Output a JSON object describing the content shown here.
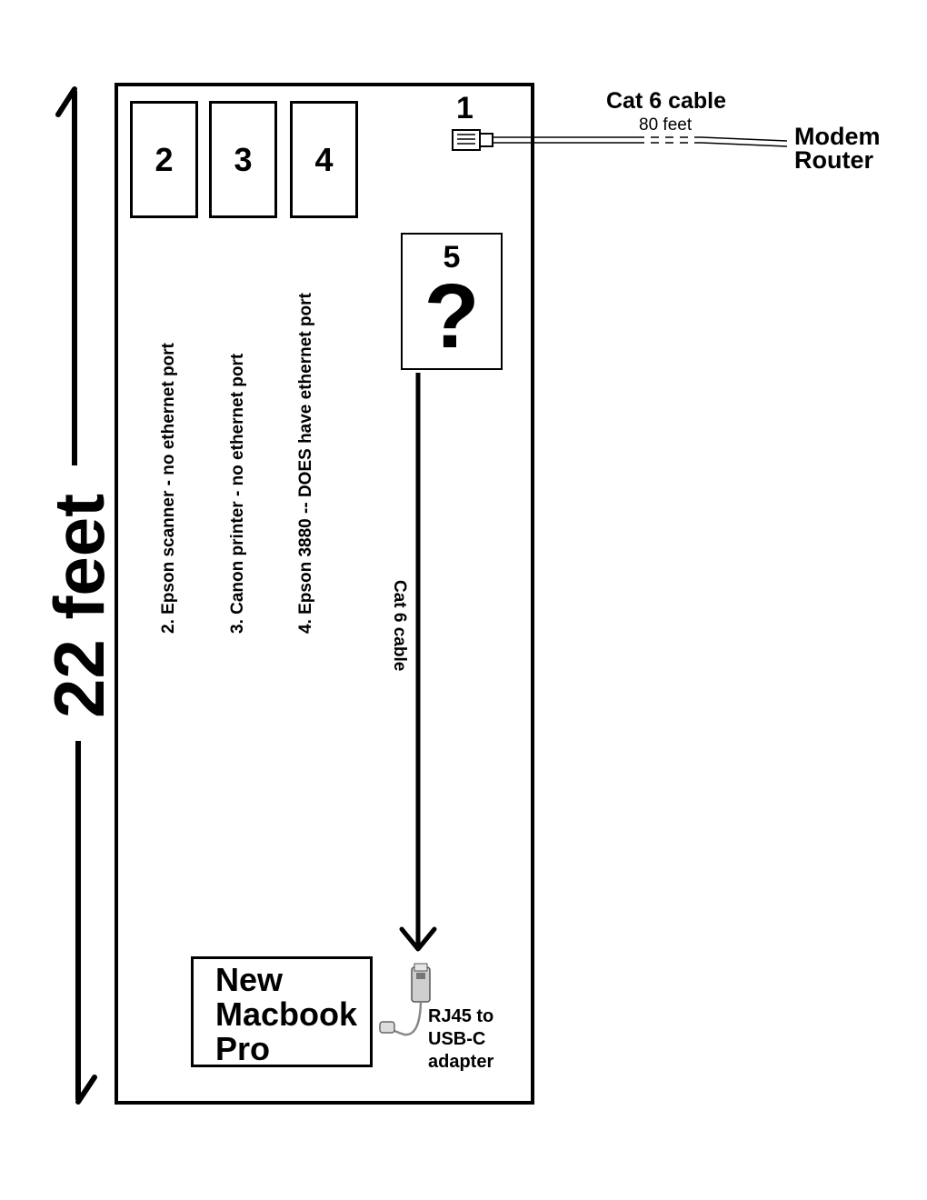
{
  "dimension": {
    "label": "22 feet"
  },
  "devices": [
    {
      "number": "2",
      "caption": "2. Epson scanner - no ethernet port"
    },
    {
      "number": "3",
      "caption": "3. Canon printer - no ethernet port"
    },
    {
      "number": "4",
      "caption": "4. Epson 3880 -- DOES have ethernet port"
    }
  ],
  "jack": {
    "number": "1"
  },
  "mystery": {
    "number": "5",
    "mark": "?"
  },
  "incoming_cable": {
    "label": "Cat 6 cable",
    "length": "80 feet"
  },
  "source": {
    "line1": "Modem",
    "line2": "Router"
  },
  "inner_cable": {
    "label": "Cat 6 cable"
  },
  "laptop": {
    "line1": "New",
    "line2": "Macbook",
    "line3": "Pro"
  },
  "adapter": {
    "line1": "RJ45 to",
    "line2": "USB-C",
    "line3": "adapter"
  }
}
